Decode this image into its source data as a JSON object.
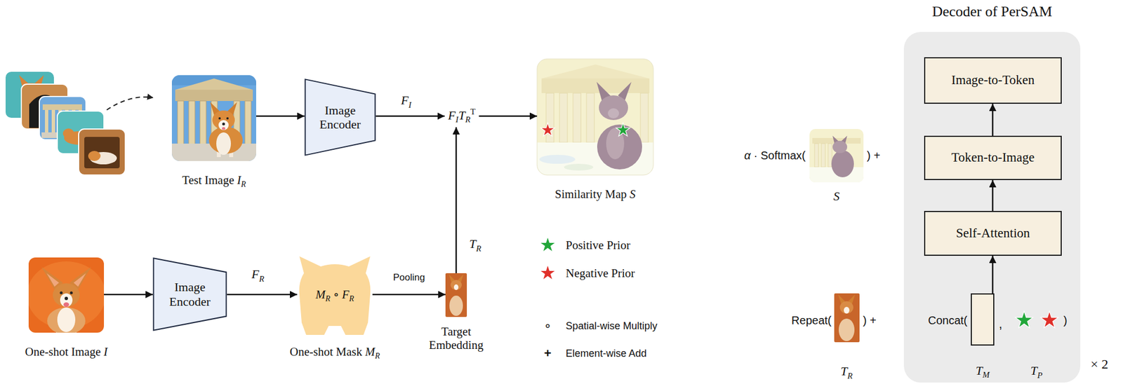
{
  "diagram": {
    "nodes": [
      {
        "text": [
          "Test Image IR"
        ]
      },
      {
        "text": [
          "Image Encoder"
        ]
      },
      {
        "text": [
          "FITRT"
        ]
      },
      {
        "text": [
          "Similarity Map S"
        ]
      },
      {
        "text": [
          "One-shot Image I"
        ]
      },
      {
        "text": [
          "Image Encoder"
        ]
      },
      {
        "text": [
          "MR ∘ FR",
          "One-shot Mask MR"
        ]
      },
      {
        "text": [
          "Target Embedding"
        ]
      },
      {
        "text": [
          "Decoder of PerSAM"
        ]
      },
      {
        "text": [
          "Image-to-Token"
        ],
        "in": 8
      },
      {
        "text": [
          "Token-to-Image"
        ],
        "in": 8
      },
      {
        "text": [
          "Self-Attention"
        ],
        "in": 8
      },
      {
        "text": [
          "TM"
        ],
        "in": 8
      }
    ],
    "edges": [
      {
        "from": 0,
        "to": 1,
        "arrow": "to"
      },
      {
        "from": 1,
        "to": 2,
        "arrow": "to",
        "label": "FI"
      },
      {
        "from": 2,
        "to": 3,
        "arrow": "to"
      },
      {
        "from": 7,
        "to": 2,
        "arrow": "to",
        "label": "TR"
      },
      {
        "from": 4,
        "to": 5,
        "arrow": "to"
      },
      {
        "from": 5,
        "to": 6,
        "arrow": "to",
        "label": "FR"
      },
      {
        "from": 6,
        "to": 7,
        "arrow": "to",
        "label": "Pooling"
      },
      {
        "from": 12,
        "to": 11,
        "arrow": "to"
      },
      {
        "from": 11,
        "to": 10,
        "arrow": "to"
      },
      {
        "from": 10,
        "to": 9,
        "arrow": "to"
      }
    ],
    "labels": [
      "∘",
      "+",
      "α · Softmax(",
      ") +",
      "S",
      "Repeat(",
      ") +",
      "TR",
      "Concat(",
      ",",
      ")",
      "TP",
      "× 2"
    ],
    "legend": [
      {
        "text": "Positive Prior"
      },
      {
        "text": "Negative Prior"
      },
      {
        "text": "Spatial-wise Multiply"
      },
      {
        "text": "Element-wise Add"
      }
    ]
  }
}
